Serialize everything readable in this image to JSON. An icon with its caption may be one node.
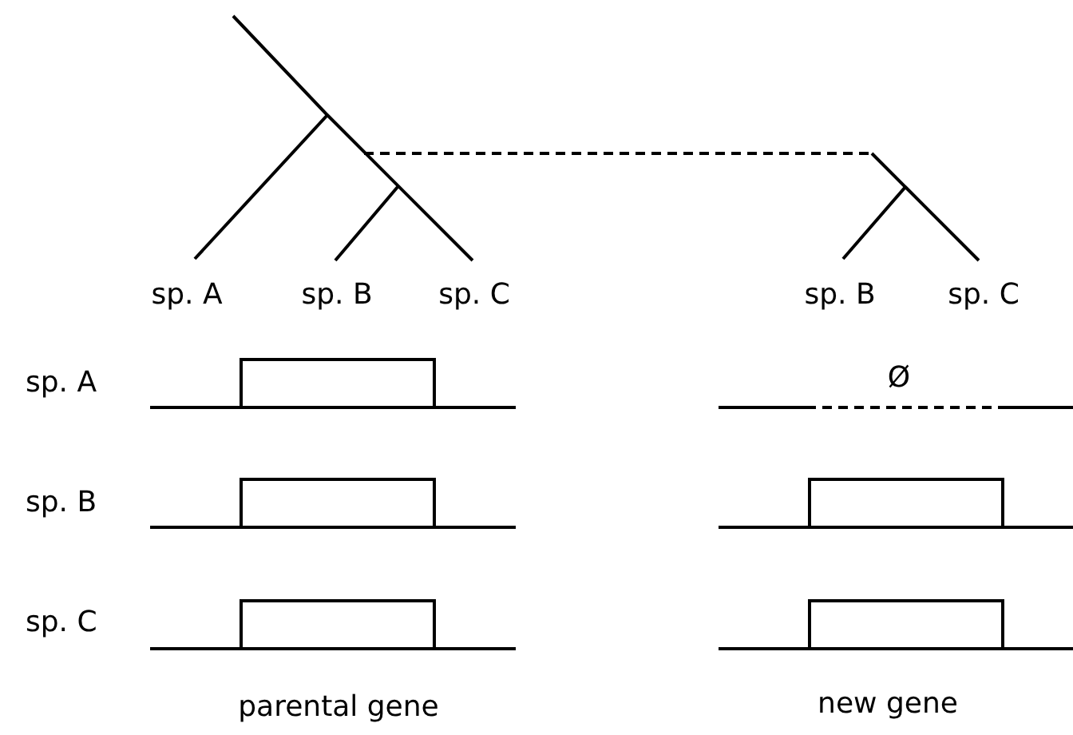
{
  "diagram": {
    "nodes": [
      {
        "text": [],
        "shape": "picture"
      },
      {
        "text": [],
        "shape": "picture"
      },
      {
        "text": [],
        "shape": "box"
      },
      {
        "text": [],
        "shape": "box"
      },
      {
        "text": [],
        "shape": "box"
      },
      {
        "text": [],
        "shape": "box"
      },
      {
        "text": [],
        "shape": "box"
      }
    ],
    "edges": [
      {
        "from": 0,
        "to": 1,
        "arrow": "none",
        "style": "dashed"
      }
    ],
    "labels": [
      "sp. A",
      "sp. B",
      "sp. C",
      "sp. B",
      "sp. C",
      "sp. A",
      "Ø",
      "sp. B",
      "sp. C",
      "parental gene",
      "new gene"
    ]
  }
}
